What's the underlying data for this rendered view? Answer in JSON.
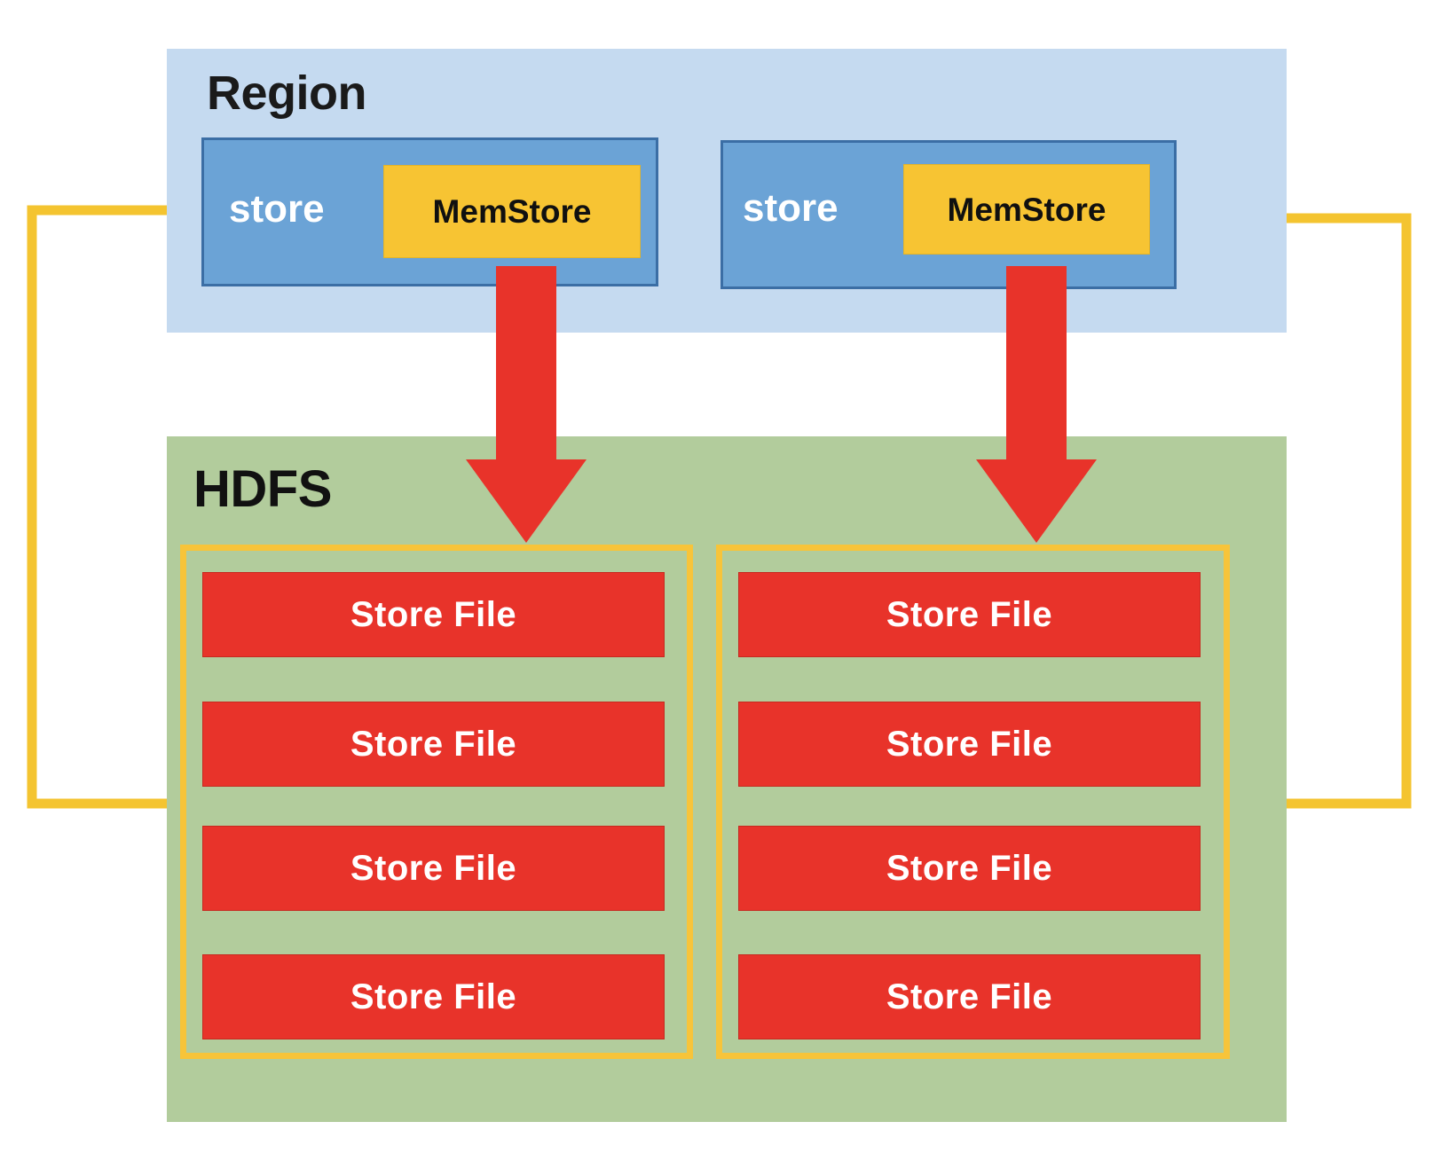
{
  "diagram": {
    "title_region": "Region",
    "title_hdfs": "HDFS",
    "colors": {
      "region_bg": "#c5daf0",
      "store_bg": "#6ba3d6",
      "store_border": "#3b6ea5",
      "memstore_bg": "#f7c433",
      "hdfs_bg": "#b2cc9c",
      "group_border": "#f7c43a",
      "storefile_bg": "#e8332a",
      "arrow": "#e8332a",
      "connector": "#f4c430"
    },
    "region": {
      "label": "Region",
      "stores": [
        {
          "label": "store",
          "memstore": "MemStore"
        },
        {
          "label": "store",
          "memstore": "MemStore"
        }
      ]
    },
    "hdfs": {
      "label": "HDFS",
      "groups": [
        {
          "files": [
            {
              "label": "Store File"
            },
            {
              "label": "Store File"
            },
            {
              "label": "Store File"
            },
            {
              "label": "Store File"
            }
          ]
        },
        {
          "files": [
            {
              "label": "Store File"
            },
            {
              "label": "Store File"
            },
            {
              "label": "Store File"
            },
            {
              "label": "Store File"
            }
          ]
        }
      ]
    },
    "arrows": [
      {
        "name": "flush-arrow-left",
        "from": "MemStore",
        "to": "Store File group 1"
      },
      {
        "name": "flush-arrow-right",
        "from": "MemStore",
        "to": "Store File group 2"
      }
    ],
    "connectors": [
      {
        "name": "store-to-storefiles-left",
        "from": "store (left)",
        "to": "Store File group (left)"
      },
      {
        "name": "store-to-storefiles-right",
        "from": "store (right)",
        "to": "Store File group (right)"
      }
    ]
  }
}
